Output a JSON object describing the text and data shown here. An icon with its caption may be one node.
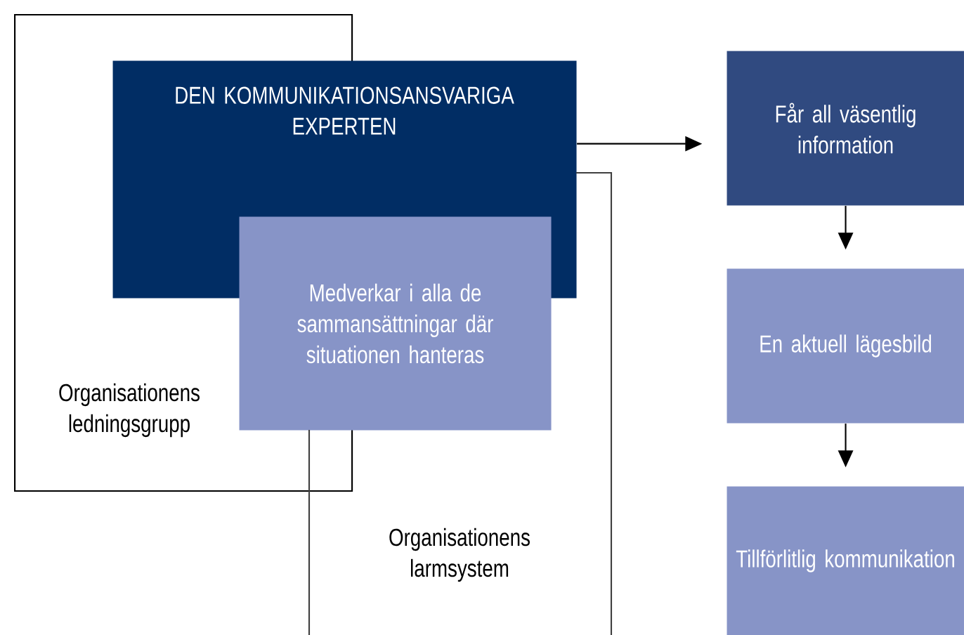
{
  "diagram": {
    "nodes": [
      {
        "text": [
          "Organisationens ledningsgrupp"
        ]
      },
      {
        "text": [
          "DEN KOMMUNIKATIONSANSVARIGA EXPERTEN"
        ]
      },
      {
        "text": [
          "Medverkar i alla de sammansättningar där situationen hanteras"
        ]
      },
      {
        "text": [
          "Organisationens larmsystem"
        ]
      },
      {
        "text": [
          "Får all väsentlig information"
        ]
      },
      {
        "text": [
          "En aktuell lägesbild"
        ]
      },
      {
        "text": [
          "Tillförlitlig kommunikation"
        ]
      }
    ],
    "edges": [
      {
        "from": 1,
        "to": 4,
        "arrow": "to"
      },
      {
        "from": 4,
        "to": 5,
        "arrow": "to"
      },
      {
        "from": 5,
        "to": 6,
        "arrow": "to"
      }
    ]
  }
}
